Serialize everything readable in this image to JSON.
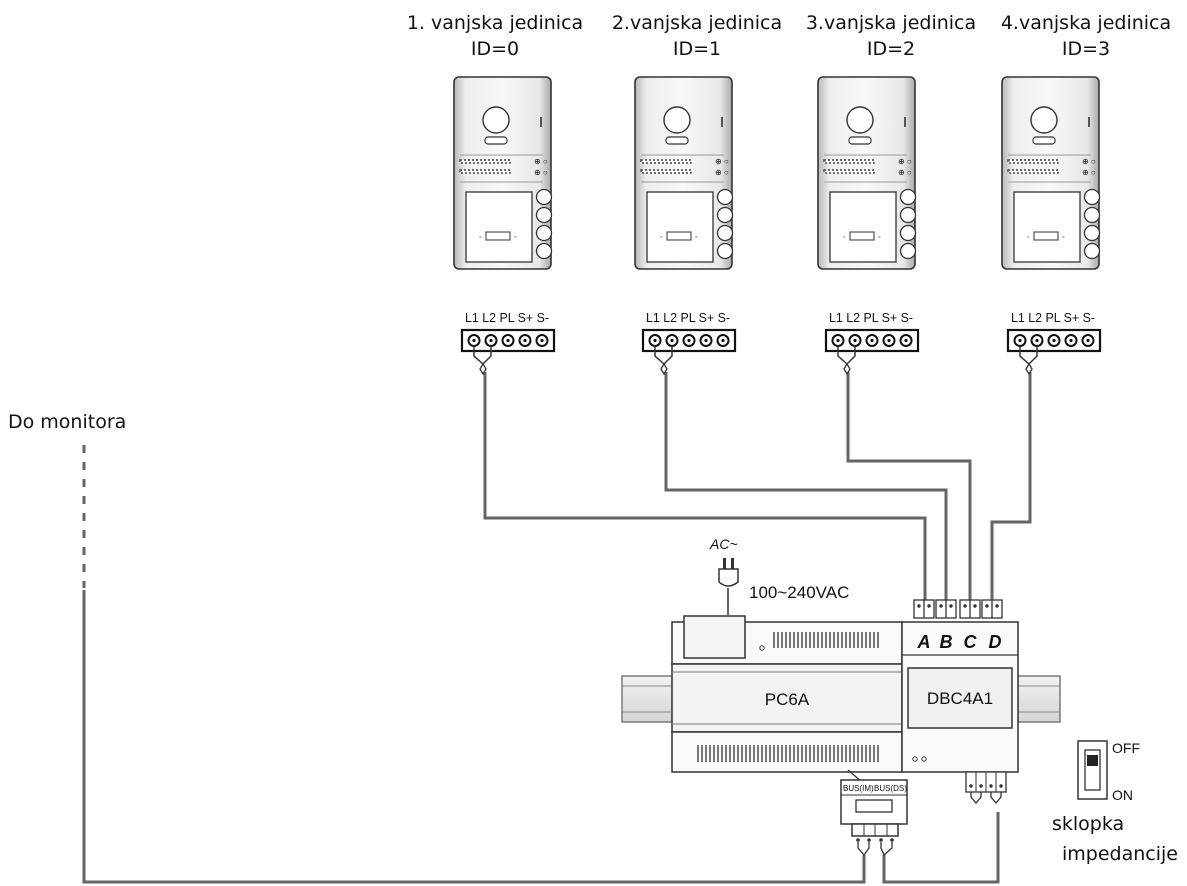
{
  "monitor_label": "Do monitora",
  "outdoor_units": [
    {
      "name": "1. vanjska jedinica",
      "id_label": "ID=0"
    },
    {
      "name": "2.vanjska jedinica",
      "id_label": "ID=1"
    },
    {
      "name": "3.vanjska jedinica",
      "id_label": "ID=2"
    },
    {
      "name": "4.vanjska jedinica",
      "id_label": "ID=3"
    }
  ],
  "terminal_labels": "L1 L2 PL S+ S-",
  "power": {
    "ac_label": "AC~",
    "voltage_label": "100~240VAC"
  },
  "power_supply": {
    "model": "PC6A",
    "bus_im_label": "BUS(IM)",
    "bus_ds_label": "BUS(DS)"
  },
  "distributor": {
    "model": "DBC4A1",
    "ports": [
      "A",
      "B",
      "C",
      "D"
    ]
  },
  "impedance_switch": {
    "off_label": "OFF",
    "on_label": "ON",
    "caption_line1": "sklopka",
    "caption_line2": "impedancije"
  }
}
